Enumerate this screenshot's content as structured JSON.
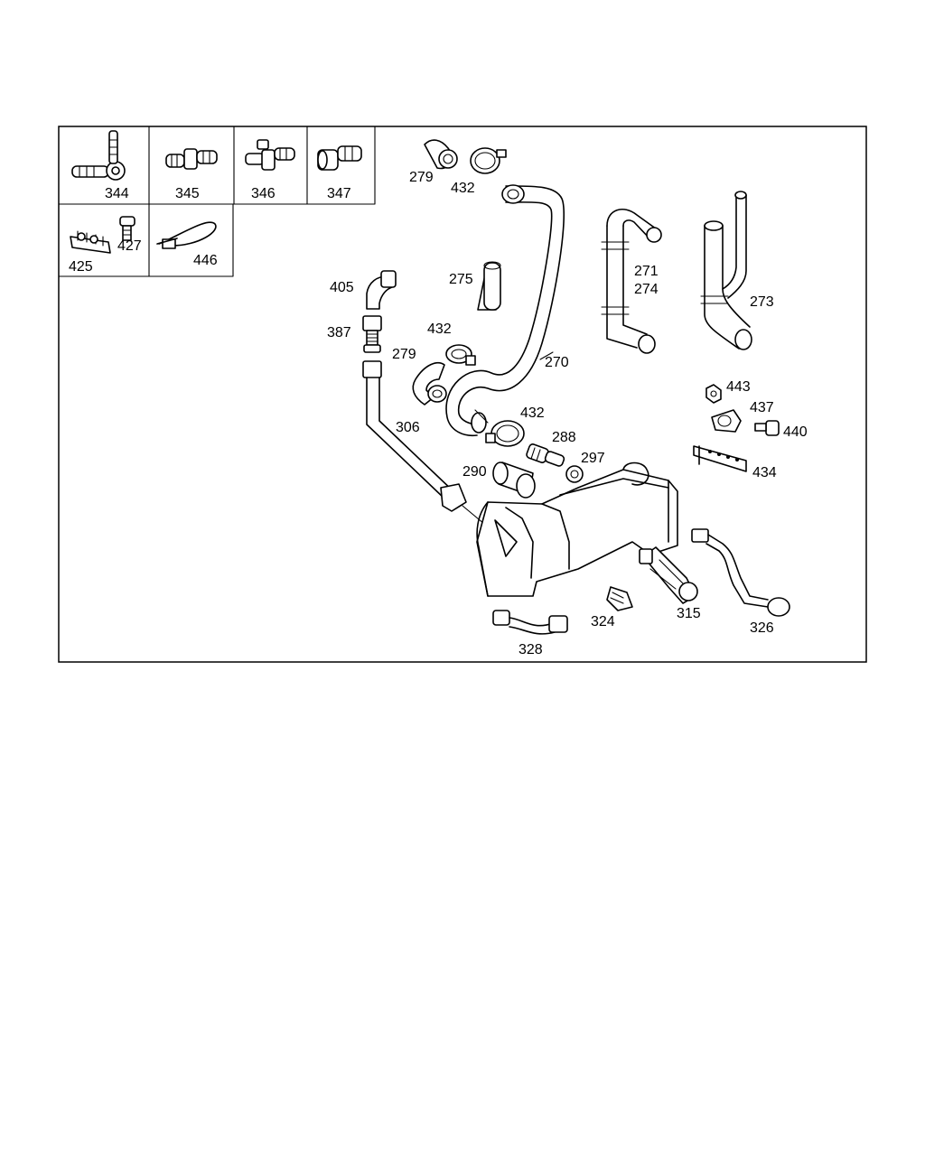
{
  "labels": {
    "p344": "344",
    "p345": "345",
    "p346": "346",
    "p347": "347",
    "p425": "425",
    "p427": "427",
    "p446": "446",
    "p279a": "279",
    "p432a": "432",
    "p275": "275",
    "p270": "270",
    "p271": "271",
    "p274": "274",
    "p273": "273",
    "p405": "405",
    "p387": "387",
    "p432b": "432",
    "p279b": "279",
    "p306": "306",
    "p432c": "432",
    "p288": "288",
    "p297": "297",
    "p290": "290",
    "p443": "443",
    "p437": "437",
    "p440": "440",
    "p434": "434",
    "p324": "324",
    "p315": "315",
    "p326": "326",
    "p328": "328"
  }
}
